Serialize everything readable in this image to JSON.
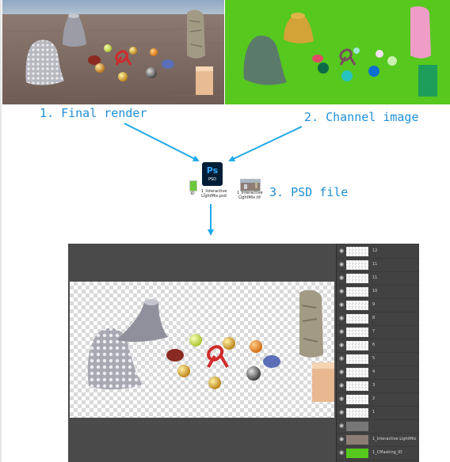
{
  "captions": {
    "final_render": "1. Final render",
    "channel_image": "2. Channel image",
    "psd_file": "3. PSD file"
  },
  "files": {
    "ps_icon_label": "Ps",
    "ps_icon_sublabel": "PSD",
    "psd_name": "1_Interactive LightMix.psd",
    "exr_name": "1_Interactive LightMix.tif"
  },
  "layers": [
    {
      "name": "12"
    },
    {
      "name": "11"
    },
    {
      "name": "11"
    },
    {
      "name": "10"
    },
    {
      "name": "9"
    },
    {
      "name": "8"
    },
    {
      "name": "7"
    },
    {
      "name": "6"
    },
    {
      "name": "5"
    },
    {
      "name": "4"
    },
    {
      "name": "3"
    },
    {
      "name": "2"
    },
    {
      "name": "1"
    },
    {
      "name": ""
    },
    {
      "name": "1_Interactive LightMix"
    },
    {
      "name": "1_CMasking_ID"
    }
  ],
  "colors": {
    "arrow": "#1ea8e8",
    "caption": "#1f8fd6",
    "mask_green": "#56c81e",
    "ps_dark": "#001e36",
    "ps_blue": "#31a8ff"
  }
}
